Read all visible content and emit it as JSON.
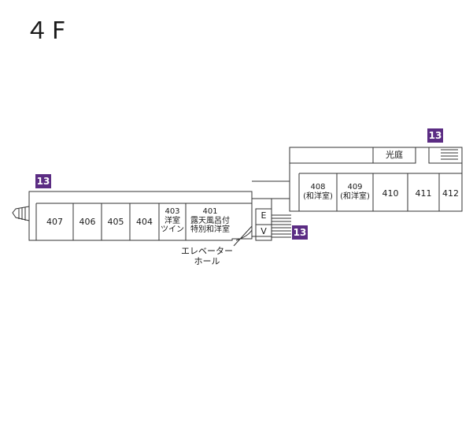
{
  "floor_label": "４F",
  "badge": {
    "text": "13",
    "color": "#5b2c83"
  },
  "courtyard_label": "光庭",
  "elevator": {
    "e": "E",
    "v": "V"
  },
  "elevator_hall_label": [
    "エレベーター",
    "ホール"
  ],
  "rooms": {
    "r407": "407",
    "r406": "406",
    "r405": "405",
    "r404": "404",
    "r403": [
      "403",
      "洋室",
      "ツイン"
    ],
    "r401": [
      "401",
      "露天風呂付",
      "特別和洋室"
    ],
    "r408": [
      "408",
      "(和洋室)"
    ],
    "r409": [
      "409",
      "(和洋室)"
    ],
    "r410": "410",
    "r411": "411",
    "r412": "412"
  }
}
